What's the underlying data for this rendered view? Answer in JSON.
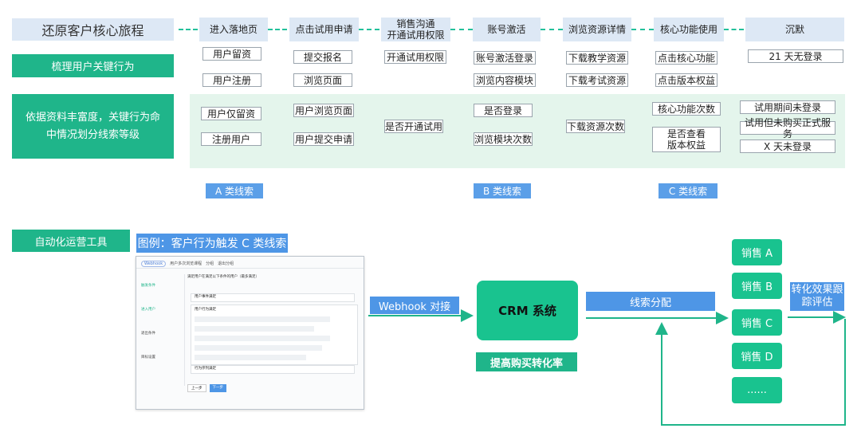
{
  "journey": {
    "title": "还原客户核心旅程",
    "stages": [
      "进入落地页",
      "点击试用申请",
      "销售沟通\n开通试用权限",
      "账号激活",
      "浏览资源详情",
      "核心功能使用",
      "沉默"
    ]
  },
  "behaviors": {
    "label": "梳理用户关键行为",
    "row1": [
      "用户留资",
      "提交报名",
      "开通试用权限",
      "账号激活登录",
      "下载教学资源",
      "点击核心功能",
      "21 天无登录"
    ],
    "row2": [
      "用户注册",
      "浏览页面",
      "浏览内容模块",
      "下载考试资源",
      "点击版本权益"
    ]
  },
  "grading": {
    "label": "依据资料丰富度，关键行为命中情况划分线索等级",
    "col1": [
      "用户仅留资",
      "注册用户"
    ],
    "col2": [
      "用户浏览页面",
      "用户提交申请"
    ],
    "col3": [
      "是否开通试用"
    ],
    "col4": [
      "是否登录",
      "浏览模块次数"
    ],
    "col5": [
      "下载资源次数"
    ],
    "col6": [
      "核心功能次数",
      "是否查看\n版本权益"
    ],
    "col7": [
      "试用期间未登录",
      "试用但未购买正式服务",
      "X 天未登录"
    ],
    "tags": [
      "A 类线索",
      "B 类线索",
      "C 类线索"
    ]
  },
  "automation": {
    "label": "自动化运营工具",
    "legend": "图例：客户行为触发 C 类线索",
    "webhook": "Webhook 对接",
    "crm": "CRM 系统",
    "crm_goal": "提高购买转化率",
    "distribution": "线索分配",
    "sales": [
      "销售 A",
      "销售 B",
      "销售 C",
      "销售 D",
      "......"
    ],
    "evaluation": "转化效果跟\n踪评估"
  },
  "mockup": {
    "tabs": [
      "Webhook",
      "用户多次浏览课程",
      "分组",
      "退出分组"
    ],
    "steps": [
      "触发条件",
      "进入用户",
      "退出条件",
      "目标设置"
    ],
    "headline": "满足用户在满足以下条件的用户（最多满足）",
    "conditions": [
      "用户事件满足",
      "用户行为满足",
      "行为序列满足"
    ],
    "buttons": [
      "上一步",
      "下一步"
    ]
  },
  "colors": {
    "green": "#1fb58a",
    "blue": "#4e96e6",
    "light_blue": "#dde8f5",
    "band": "#e4f5ec"
  }
}
